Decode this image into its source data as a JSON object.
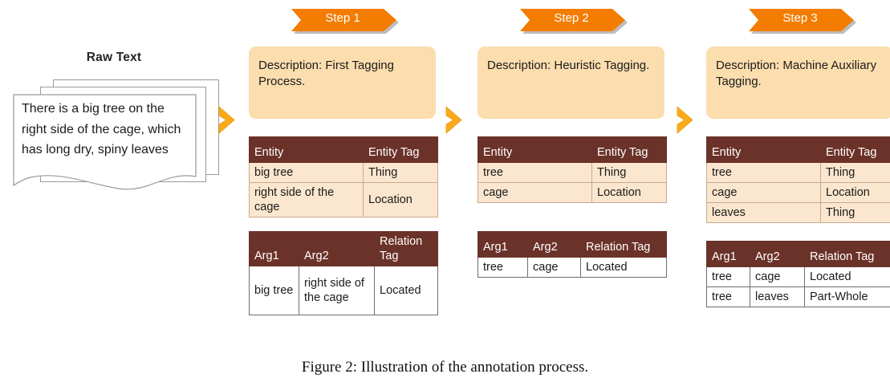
{
  "figure": {
    "caption": "Figure 2: Illustration of the annotation process."
  },
  "colors": {
    "banner_orange": "#F47C00",
    "arrow_orange": "#FBAA19",
    "description_peach": "#FBDDAE",
    "table_header_brown": "#6B3229",
    "entity_cell_cream": "#FBE6CF",
    "relation_cell_white": "#FFFFFF"
  },
  "raw_text": {
    "title": "Raw Text",
    "body": "There is a big tree on the right side of the cage, which has long dry, spiny leaves"
  },
  "arrows": [
    {
      "name": "arrow-raw-to-step1"
    },
    {
      "name": "arrow-step1-to-step2"
    },
    {
      "name": "arrow-step2-to-step3"
    }
  ],
  "steps": [
    {
      "banner": "Step 1",
      "description": "Description: First Tagging Process.",
      "entity_table": {
        "headers": [
          "Entity",
          "Entity Tag"
        ],
        "rows": [
          {
            "cells": [
              "big tree",
              "Thing"
            ],
            "bold": false
          },
          {
            "cells": [
              "right side of the cage",
              "Location"
            ],
            "bold": false
          }
        ]
      },
      "relation_table": {
        "headers": [
          "Arg1",
          "Arg2",
          "Relation Tag"
        ],
        "rows": [
          {
            "cells": [
              "big tree",
              "right side of the cage",
              "Located"
            ],
            "bold": false
          }
        ]
      }
    },
    {
      "banner": "Step 2",
      "description": "Description: Heuristic Tagging.",
      "entity_table": {
        "headers": [
          "Entity",
          "Entity Tag"
        ],
        "rows": [
          {
            "cells": [
              "tree",
              "Thing"
            ],
            "bold": false
          },
          {
            "cells": [
              "cage",
              "Location"
            ],
            "bold": false
          }
        ]
      },
      "relation_table": {
        "headers": [
          "Arg1",
          "Arg2",
          "Relation Tag"
        ],
        "rows": [
          {
            "cells": [
              "tree",
              "cage",
              "Located"
            ],
            "bold": false
          }
        ]
      }
    },
    {
      "banner": "Step 3",
      "description": "Description: Machine Auxiliary Tagging.",
      "entity_table": {
        "headers": [
          "Entity",
          "Entity Tag"
        ],
        "rows": [
          {
            "cells": [
              "tree",
              "Thing"
            ],
            "bold": false
          },
          {
            "cells": [
              "cage",
              "Location"
            ],
            "bold": false
          },
          {
            "cells": [
              "leaves",
              "Thing"
            ],
            "bold": true
          }
        ]
      },
      "relation_table": {
        "headers": [
          "Arg1",
          "Arg2",
          "Relation Tag"
        ],
        "rows": [
          {
            "cells": [
              "tree",
              "cage",
              "Located"
            ],
            "bold": false
          },
          {
            "cells": [
              "tree",
              "leaves",
              "Part-Whole"
            ],
            "bold": true
          }
        ]
      }
    }
  ]
}
